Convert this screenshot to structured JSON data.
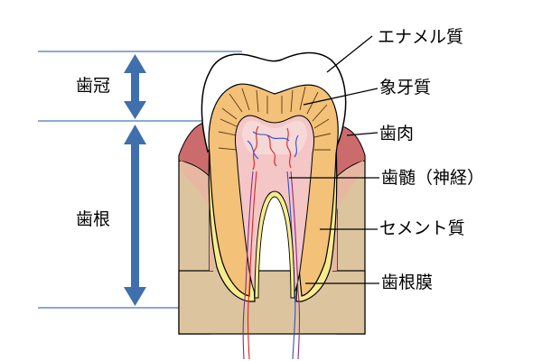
{
  "labels": {
    "crown": "歯冠",
    "root": "歯根",
    "enamel": "エナメル質",
    "dentin": "象牙質",
    "gum": "歯肉",
    "pulp": "歯髄（神経）",
    "cementum": "セメント質",
    "ligament": "歯根膜"
  },
  "colors": {
    "bone": "#dcc49e",
    "gum": "#cc6b6b",
    "gum_inner": "#e8b7a2",
    "enamel": "#ffffff",
    "dentin": "#f3c178",
    "pulp": "#f4c6c6",
    "cementum": "#f6ec8f",
    "nerve_red": "#e02020",
    "nerve_blue": "#3050c8",
    "nerve_purple": "#8a2a8a",
    "arrow": "#3f6fad",
    "guide": "#4a78b5"
  }
}
